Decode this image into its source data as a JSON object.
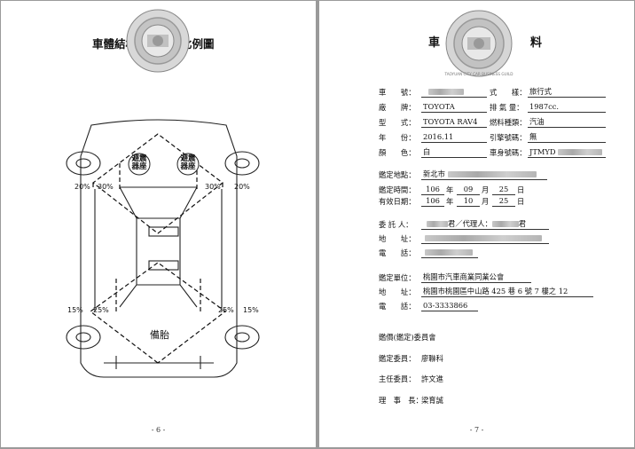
{
  "left_page": {
    "title": "車體結構受損折價比例圖",
    "diagram": {
      "ratio_top_outer_left": "20%",
      "ratio_top_inner_left": "30%",
      "ratio_top_inner_right": "30%",
      "ratio_top_outer_right": "20%",
      "ratio_bottom_outer_left": "15%",
      "ratio_bottom_inner_left": "25%",
      "ratio_bottom_inner_right": "25%",
      "ratio_bottom_outer_right": "15%",
      "absorber_left": [
        "避震",
        "器座"
      ],
      "absorber_right": [
        "避震",
        "器座"
      ],
      "spare_tire": "備胎"
    },
    "page_number": "- 6 -"
  },
  "right_page": {
    "title_chars": [
      "車",
      "籍",
      "資",
      "料"
    ],
    "seal_text": "TAOYUAN CITY CAR BUSINESS GUILD",
    "vehicle": {
      "plate_label": "車　　號：",
      "style_label": "式　　樣：",
      "style_value": "旅行式",
      "brand_label": "廠　　牌：",
      "brand_value": "TOYOTA",
      "displacement_label": "排 氣 量：",
      "displacement_value": "1987cc.",
      "model_label": "型　　式：",
      "model_value": "TOYOTA RAV4",
      "fuel_label": "燃料種類：",
      "fuel_value": "汽油",
      "year_label": "年　　份：",
      "year_value": "2016.11",
      "engine_label": "引擎號碼：",
      "engine_value": "無",
      "color_label": "顏　　色：",
      "color_value": "白",
      "vin_label": "車身號碼：",
      "vin_value": "JTMYD"
    },
    "appraisal": {
      "location_label": "鑑定地點：",
      "location_value": "新北市",
      "time_label": "鑑定時間：",
      "time_year": "106",
      "year_unit": "年",
      "time_month": "09",
      "month_unit": "月",
      "time_day": "25",
      "day_unit": "日",
      "valid_label": "有效日期：",
      "valid_year": "106",
      "valid_month": "10",
      "valid_day": "25"
    },
    "client": {
      "client_label": "委 託 人：",
      "client_suffix": "君／代理人：",
      "agent_suffix": "君",
      "address_label": "地　　址：",
      "phone_label": "電　　話："
    },
    "unit": {
      "unit_label": "鑑定單位：",
      "unit_value": "桃園市汽車商業同業公會",
      "address_label": "地　　址：",
      "address_value": "桃園市桃園區中山路 425 巷 6 號 7 樓之 12",
      "phone_label": "電　　話：",
      "phone_value": "03-3333866"
    },
    "committee": {
      "heading": "鑑價(鑑定)委員會",
      "member_label": "鑑定委員：",
      "member_value": "廖聯科",
      "chair_label": "主任委員：",
      "chair_value": "許文進",
      "director_label": "理　事　長：",
      "director_value": "梁育誠"
    },
    "page_number": "- 7 -"
  }
}
